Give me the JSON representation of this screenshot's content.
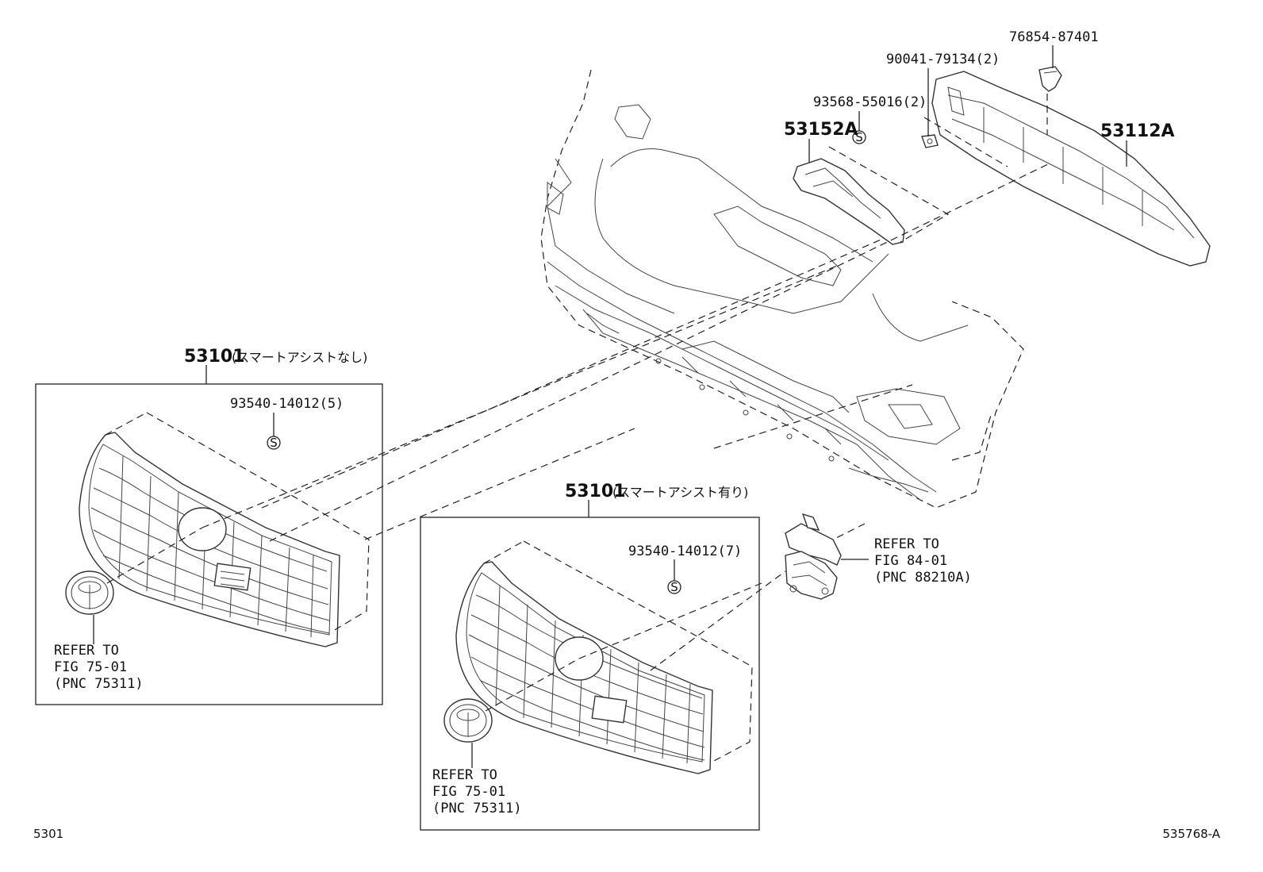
{
  "labels": {
    "p76854": "76854-87401",
    "p90041": "90041-79134(2)",
    "p93568": "93568-55016(2)",
    "p53152A": "53152A",
    "p53112A": "53112A",
    "grille1_pn": "53101",
    "grille1_note": "(スマートアシストなし)",
    "grille1_screw": "93540-14012(5)",
    "grille2_pn": "53101",
    "grille2_note": "(スマートアシスト有り)",
    "grille2_screw": "93540-14012(7)",
    "sensor_ref": [
      "REFER TO",
      "FIG 84-01",
      "(PNC 88210A)"
    ],
    "emblem1_ref": [
      "REFER TO",
      "FIG 75-01",
      "(PNC 75311)"
    ],
    "emblem2_ref": [
      "REFER TO",
      "FIG 75-01",
      "(PNC 75311)"
    ],
    "screw_symbol": "S",
    "footer_left": "5301",
    "footer_right": "535768-A"
  }
}
